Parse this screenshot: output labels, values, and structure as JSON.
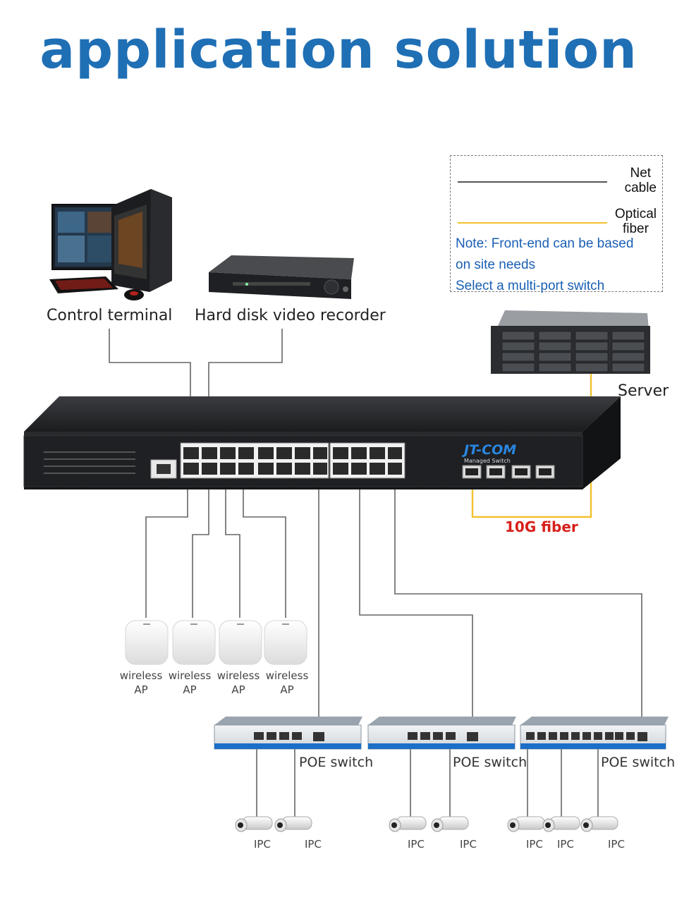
{
  "title": "application solution",
  "devices": {
    "control_terminal": "Control terminal",
    "nvr": "Hard disk video recorder",
    "server": "Server",
    "switch_brand": "JT-COM",
    "switch_model": "Managed Switch"
  },
  "legend": {
    "net_cable": "Net\ncable",
    "optical_fiber": "Optical\nfiber",
    "note_lines": [
      "Note: Front-end can be based",
      "on site needs",
      "Select a multi-port switch"
    ]
  },
  "fiber_label": "10G fiber",
  "ap_labels": [
    "wireless\nAP",
    "wireless\nAP",
    "wireless\nAP",
    "wireless\nAP"
  ],
  "poe_switches": [
    "POE switch",
    "POE switch",
    "POE switch"
  ],
  "ipc_labels": [
    "IPC",
    "IPC",
    "IPC",
    "IPC",
    "IPC",
    "IPC",
    "IPC"
  ],
  "colors": {
    "title": "#1f6fb5",
    "net_cable": "#555555",
    "fiber": "#f2c12e",
    "fiber_label": "#d6201a",
    "note": "#1a5fb4"
  }
}
